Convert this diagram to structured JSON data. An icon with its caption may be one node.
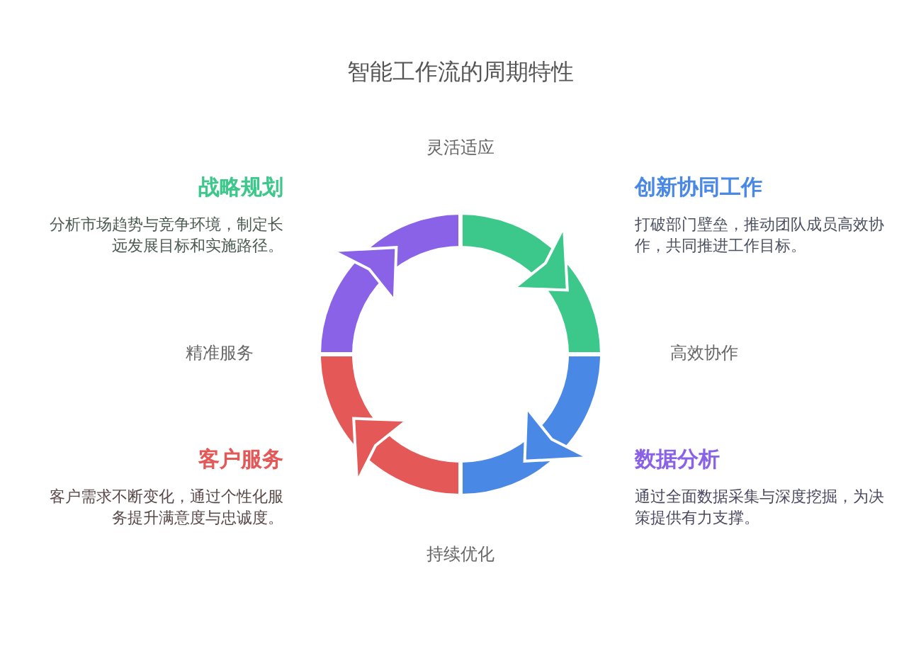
{
  "diagram": {
    "title": "智能工作流的周期特性",
    "labels": [
      "灵活适应",
      "战略规划",
      "分析市场趋势与竞争环境，制定长远发展目标和实施路径。",
      "创新协同工作",
      "打破部门壁垒，推动团队成员高效协作，共同推进工作目标。",
      "精准服务",
      "高效协作",
      "客户服务",
      "客户需求不断变化，通过个性化服务提升满意度与忠诚度。",
      "数据分析",
      "通过全面数据采集与深度挖掘，为决策提供有力支撑。",
      "持续优化"
    ]
  }
}
